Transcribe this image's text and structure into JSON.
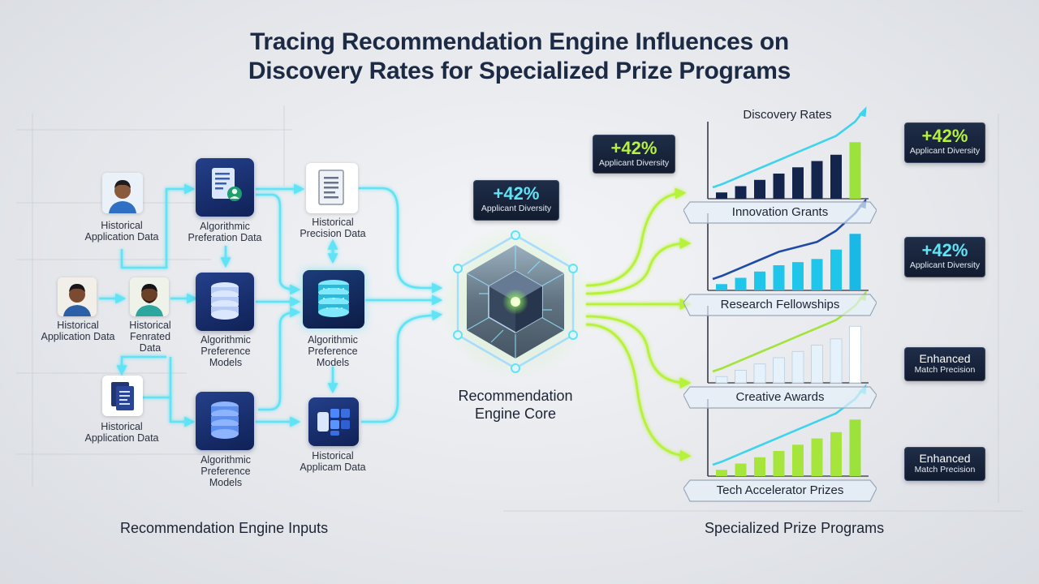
{
  "title": {
    "line1": "Tracing Recommendation Engine Influences on",
    "line2": "Discovery Rates for Specialized Prize Programs"
  },
  "sections": {
    "inputs": "Recommendation Engine Inputs",
    "programs": "Specialized Prize Programs"
  },
  "inputs": {
    "avatar_top": {
      "line1": "Historical",
      "line2": "Application Data"
    },
    "avatar_mid_left": {
      "line1": "Historical",
      "line2": "Application Data"
    },
    "avatar_mid_right": {
      "line1": "Historical",
      "line2": "Fenrated",
      "line3": "Data"
    },
    "doc_bottom_left": {
      "line1": "Historical",
      "line2": "Application Data"
    },
    "tile_top": {
      "line1": "Algorithmic",
      "line2": "Preferation Data"
    },
    "tile_mid": {
      "line1": "Algorithmic",
      "line2": "Preference",
      "line3": "Models"
    },
    "tile_bottom": {
      "line1": "Algorithmic",
      "line2": "Preference",
      "line3": "Models"
    },
    "doc_top_right": {
      "line1": "Historical",
      "line2": "Precision Data"
    },
    "tile_right_mid": {
      "line1": "Algorithmic",
      "line2": "Preference",
      "line3": "Models"
    },
    "tile_right_bottom": {
      "line1": "Historical",
      "line2": "Applicam Data"
    }
  },
  "core": {
    "line1": "Recommendation",
    "line2": "Engine Core",
    "badge": {
      "value": "+42%",
      "label": "Applicant Diversity"
    }
  },
  "badges": {
    "left_flow": {
      "value": "+42%",
      "label": "Applicant Diversity"
    },
    "innovation": {
      "value": "+42%",
      "label": "Applicant Diversity"
    },
    "research": {
      "value": "+42%",
      "label": "Applicant Diversity"
    },
    "creative": {
      "line1": "Enhanced",
      "line2": "Match Precision"
    },
    "tech": {
      "line1": "Enhanced",
      "line2": "Match Precision"
    }
  },
  "chart_title": "Discovery Rates",
  "programs": [
    {
      "name": "Innovation Grants",
      "bar_color": "#14254d",
      "accent": "#9be23a",
      "line_color": "#3fd3ee",
      "bars": [
        1,
        2,
        3,
        4,
        5,
        6,
        7,
        9
      ]
    },
    {
      "name": "Research Fellowships",
      "bar_color": "#20c6ea",
      "accent": "#19b8e6",
      "line_color": "#1e4ba8",
      "bars": [
        1,
        2,
        3,
        4,
        4.5,
        5,
        6.5,
        9
      ]
    },
    {
      "name": "Creative Awards",
      "bar_color": "#e6f2fb",
      "accent": "#ffffff",
      "line_color": "#a2e33c",
      "bars": [
        1,
        2,
        3,
        4,
        5,
        6,
        7,
        9
      ]
    },
    {
      "name": "Tech Accelerator Prizes",
      "bar_color": "#a6e63c",
      "accent": "#9be23a",
      "line_color": "#3fd3ee",
      "bars": [
        1,
        2,
        3,
        4,
        5,
        6,
        7,
        9
      ]
    }
  ],
  "colors": {
    "cyan_flow": "#5fe3f5",
    "green_flow": "#b7f23b",
    "tile_blue": "#1a2f70",
    "text_dark": "#1c2433"
  },
  "icons": {
    "avatar": "person-icon",
    "document": "document-icon",
    "database": "database-icon",
    "core": "hexagon-core-icon"
  }
}
